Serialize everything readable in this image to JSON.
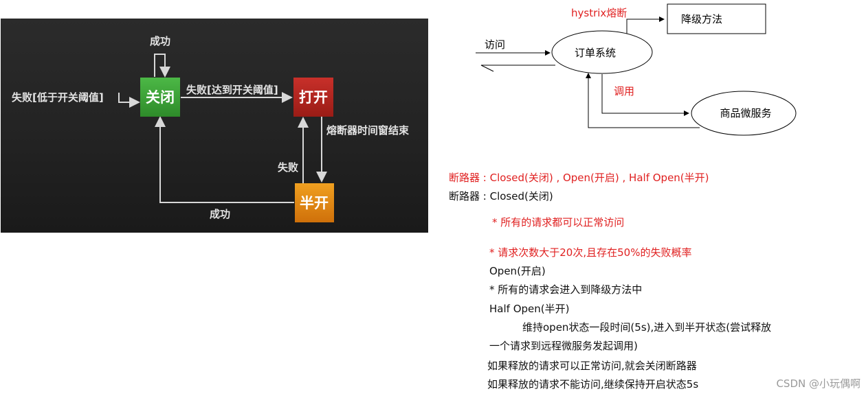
{
  "circuit": {
    "success_top": "成功",
    "fail_threshold_low": "失败[低于开关阈值]",
    "closed": "关闭",
    "fail_threshold_reach": "失败[达到开关阈值]",
    "open": "打开",
    "window_end": "熔断器时间窗结束",
    "fail": "失败",
    "half_open": "半开",
    "success_bottom": "成功"
  },
  "flow": {
    "hystrix_label": "hystrix熔断",
    "fallback_box": "降级方法",
    "access_label": "访问",
    "order_system": "订单系统",
    "invoke_label": "调用",
    "product_service": "商品微服务"
  },
  "notes": {
    "line1": "断路器 : Closed(关闭) , Open(开启) , Half Open(半开)",
    "line2": "断路器 : Closed(关闭)",
    "line3": "* 所有的请求都可以正常访问",
    "line4": "* 请求次数大于20次,且存在50%的失败概率",
    "line5": "Open(开启)",
    "line6": "* 所有的请求会进入到降级方法中",
    "line7": "Half Open(半开)",
    "line8": "维持open状态一段时间(5s),进入到半开状态(尝试释放",
    "line9": "一个请求到远程微服务发起调用)",
    "line10": "如果释放的请求可以正常访问,就会关闭断路器",
    "line11": "如果释放的请求不能访问,继续保持开启状态5s"
  },
  "watermark": "CSDN @小玩偶啊",
  "colors": {
    "closed": "#3aa336",
    "open": "#b8231c",
    "half_open": "#e48a10",
    "red_text": "#e02020"
  }
}
